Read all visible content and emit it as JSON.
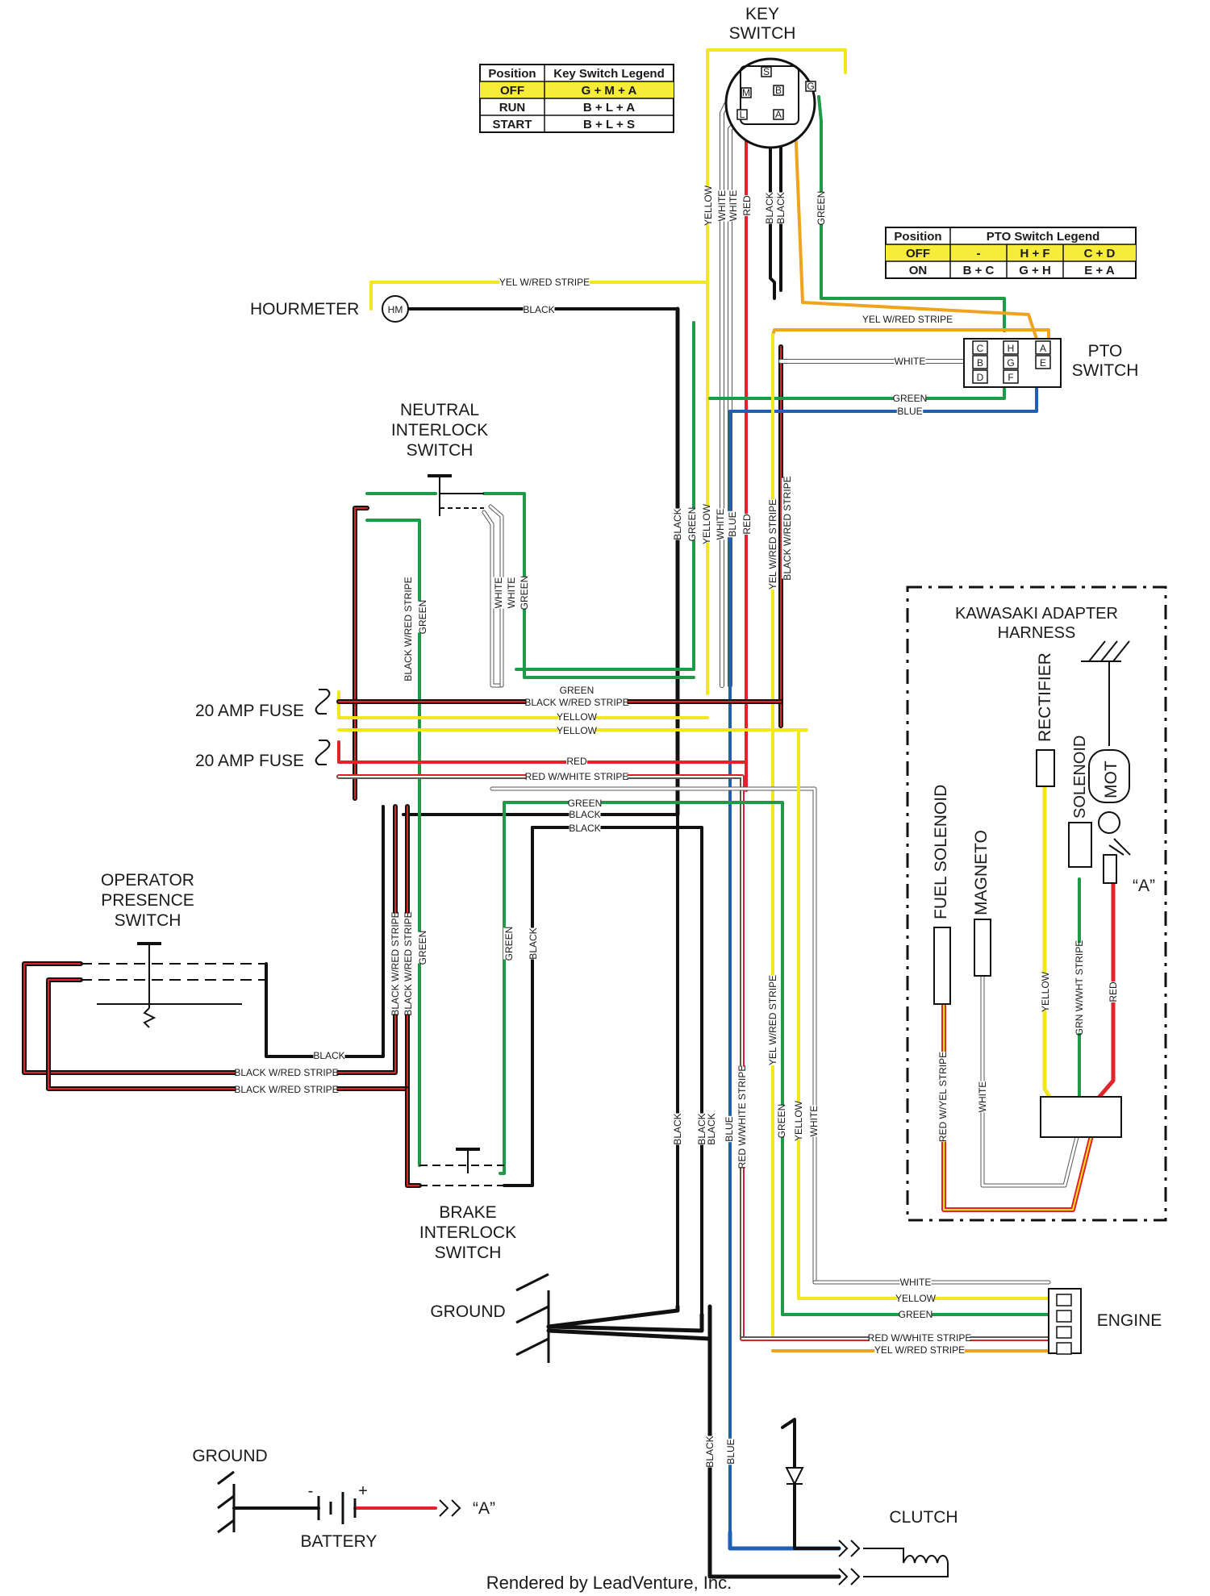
{
  "title_labels": {
    "key_switch": [
      "KEY",
      "SWITCH"
    ],
    "hourmeter": "HOURMETER",
    "hm": "HM",
    "pto_switch": [
      "PTO",
      "SWITCH"
    ],
    "neutral_interlock": [
      "NEUTRAL",
      "INTERLOCK",
      "SWITCH"
    ],
    "fuse1": "20 AMP FUSE",
    "fuse2": "20 AMP FUSE",
    "operator_presence": [
      "OPERATOR",
      "PRESENCE",
      "SWITCH"
    ],
    "brake_interlock": [
      "BRAKE",
      "INTERLOCK",
      "SWITCH"
    ],
    "ground_main": "GROUND",
    "engine": "ENGINE",
    "kawasaki": [
      "KAWASAKI ADAPTER",
      "HARNESS"
    ],
    "rectifier": "RECTIFIER",
    "solenoid": "SOLENOID",
    "mot": "MOT",
    "fuel_solenoid": "FUEL SOLENOID",
    "magneto": "MAGNETO",
    "point_a": "“A”",
    "ground_battery": "GROUND",
    "battery": "BATTERY",
    "battery_a": "“A”",
    "clutch": "CLUTCH",
    "minus": "-",
    "plus": "+",
    "footer": "Rendered by LeadVenture, Inc."
  },
  "key_legend": {
    "headers": [
      "Position",
      "Key Switch Legend"
    ],
    "rows": [
      [
        "OFF",
        "G + M + A"
      ],
      [
        "RUN",
        "B + L + A"
      ],
      [
        "START",
        "B + L + S"
      ]
    ]
  },
  "pto_legend": {
    "headers": [
      "Position",
      "PTO Switch Legend"
    ],
    "rows": [
      [
        "OFF",
        "-",
        "H + F",
        "C + D"
      ],
      [
        "ON",
        "B + C",
        "G + H",
        "E + A"
      ]
    ]
  },
  "key_terminals": [
    "S",
    "M",
    "B",
    "G",
    "L",
    "A"
  ],
  "pto_terminals": [
    "C",
    "H",
    "A",
    "B",
    "G",
    "E",
    "D",
    "F"
  ],
  "wire_labels": {
    "key_yellow": "YELLOW",
    "key_white": "WHITE",
    "key_white2": "WHITE",
    "key_red": "RED",
    "key_black": "BLACK",
    "key_black2": "BLACK",
    "key_green": "GREEN",
    "hm_yel": "YEL W/RED STRIPE",
    "hm_black": "BLACK",
    "pto_yel": "YEL W/RED STRIPE",
    "pto_white": "WHITE",
    "pto_green": "GREEN",
    "pto_blue": "BLUE",
    "trunk_black": "BLACK",
    "trunk_green": "GREEN",
    "trunk_yellow": "YELLOW",
    "trunk_white": "WHITE",
    "trunk_blue": "BLUE",
    "trunk_red": "RED",
    "trunk_yelred": "YEL W/RED STRIPE",
    "trunk_blkred": "BLACK W/RED STRIPE",
    "nis_blkred": "BLACK W/RED STRIPE",
    "nis_green": "GREEN",
    "nis_white": "WHITE",
    "nis_white2": "WHITE",
    "nis_green2": "GREEN",
    "h_green": "GREEN",
    "h_blkred": "BLACK W/RED STRIPE",
    "h_yellow": "YELLOW",
    "h_yellow2": "YELLOW",
    "h_red": "RED",
    "h_redwht": "RED W/WHITE STRIPE",
    "h_green2": "GREEN",
    "h_black": "BLACK",
    "h_black2": "BLACK",
    "ops_blkred": "BLACK W/RED STRIPE",
    "ops_blkred2": "BLACK W/RED STRIPE",
    "ops_green": "GREEN",
    "ops_green2": "GREEN",
    "ops_black": "BLACK",
    "ops_h_black": "BLACK",
    "ops_h_blkred": "BLACK W/RED STRIPE",
    "ops_h_blkred2": "BLACK W/RED STRIPE",
    "low_black": "BLACK",
    "low_black2": "BLACK",
    "low_black3": "BLACK",
    "low_blue": "BLUE",
    "low_redwht": "RED W/WHITE STRIPE",
    "low_yelred": "YEL W/RED STRIPE",
    "low_green": "GREEN",
    "low_yellow": "YELLOW",
    "low_white": "WHITE",
    "eng_white": "WHITE",
    "eng_yellow": "YELLOW",
    "eng_green": "GREEN",
    "eng_redwht": "RED W/WHITE STRIPE",
    "eng_yelred": "YEL W/RED STRIPE",
    "kaw_yellow": "YELLOW",
    "kaw_grn": "GRN W/WHT STRIPE",
    "kaw_red": "RED",
    "kaw_redyel": "RED W/YEL STRIPE",
    "kaw_white": "WHITE",
    "bot_black": "BLACK",
    "bot_blue": "BLUE"
  },
  "colors": {
    "yellow": "#f2e61e",
    "black": "#111111",
    "red": "#e0242a",
    "green": "#1f9a48",
    "blue": "#1f5fb4",
    "orange": "#f0a31c",
    "brown": "#6b1a14",
    "legend_highlight": "#f7ec3a"
  }
}
